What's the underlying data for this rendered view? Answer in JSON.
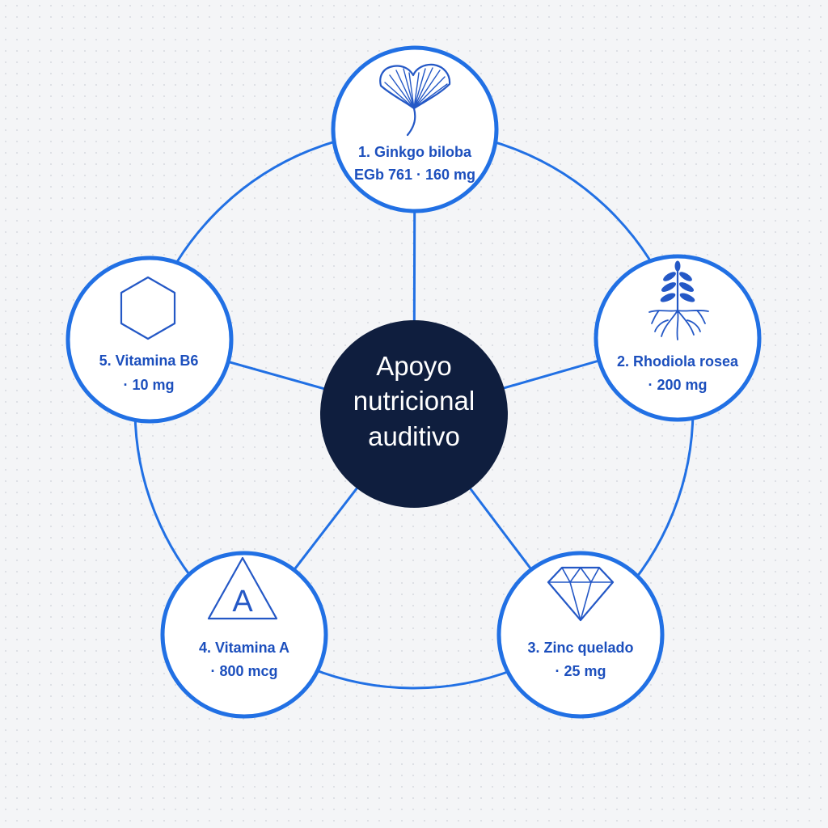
{
  "colors": {
    "background": "#f4f5f7",
    "accent": "#2170e4",
    "label_text": "#1c4fbd",
    "icon": "#2458c6",
    "center_fill": "#0f1e3e",
    "center_text": "#ffffff"
  },
  "center": {
    "line1": "Apoyo",
    "line2": "nutricional",
    "line3": "auditivo"
  },
  "nodes": [
    {
      "icon": "ginkgo-leaf-icon",
      "title": "1. Ginkgo biloba",
      "dose": "EGb 761 · 160 mg"
    },
    {
      "icon": "rhodiola-plant-icon",
      "title": "2. Rhodiola rosea",
      "dose": "· 200 mg"
    },
    {
      "icon": "diamond-icon",
      "title": "3. Zinc quelado",
      "dose": "· 25 mg"
    },
    {
      "icon": "triangle-letter-icon",
      "icon_letter": "A",
      "title": "4. Vitamina A",
      "dose": "· 800 mcg"
    },
    {
      "icon": "hexagon-icon",
      "title": "5. Vitamina B6",
      "dose": "· 10 mg"
    }
  ]
}
